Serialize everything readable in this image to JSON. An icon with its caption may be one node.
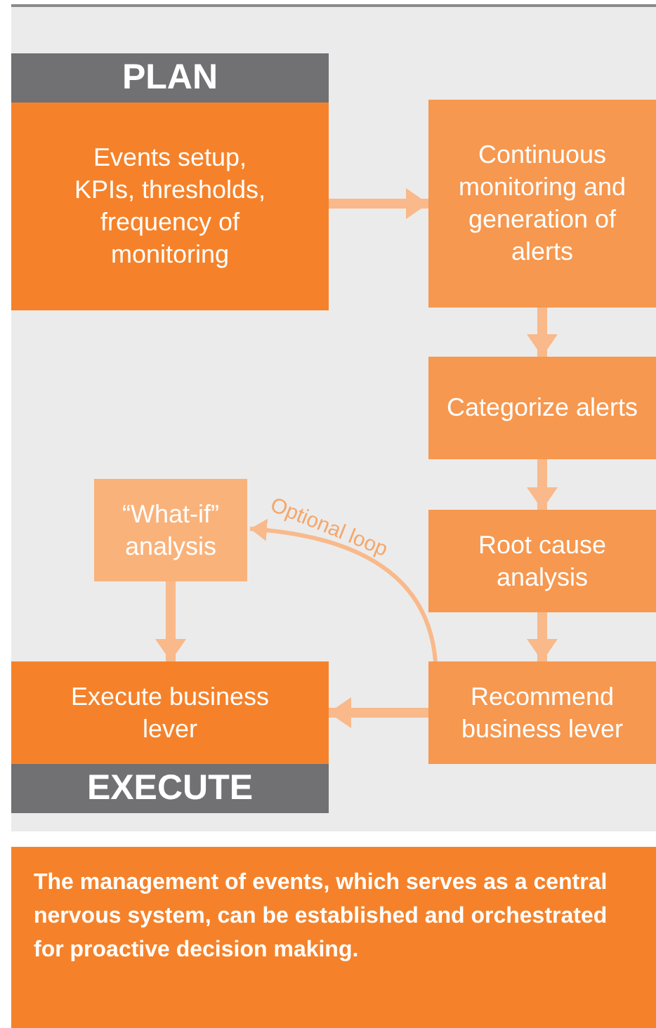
{
  "diagram": {
    "caption": "The management of events, which serves as a central nervous system, can be established and orchestrated for proactive decision making.",
    "nodes": [
      {
        "text": [
          "PLAN",
          "Events setup, KPIs, thresholds, frequency of monitoring"
        ]
      },
      {
        "text": [
          "Continuous monitoring and generation of alerts"
        ]
      },
      {
        "text": [
          "Categorize alerts"
        ]
      },
      {
        "text": [
          "Root cause analysis"
        ]
      },
      {
        "text": [
          "“What-if” analysis"
        ]
      },
      {
        "text": [
          "Recommend business lever"
        ]
      },
      {
        "text": [
          "Execute business lever",
          "EXECUTE"
        ]
      }
    ],
    "edges": [
      {
        "from": 0,
        "to": 1,
        "arrow": "to"
      },
      {
        "from": 1,
        "to": 2,
        "arrow": "to"
      },
      {
        "from": 2,
        "to": 3,
        "arrow": "to"
      },
      {
        "from": 3,
        "to": 5,
        "arrow": "to"
      },
      {
        "from": 5,
        "to": 6,
        "arrow": "to"
      },
      {
        "from": 5,
        "to": 4,
        "arrow": "to",
        "label": "Optional loop"
      },
      {
        "from": 4,
        "to": 6,
        "arrow": "to"
      }
    ]
  }
}
